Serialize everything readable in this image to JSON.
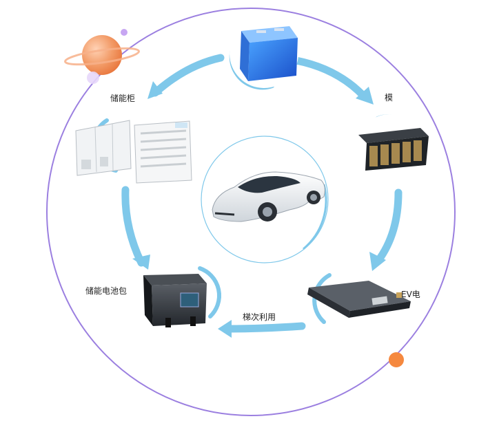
{
  "nodes": {
    "cell": {
      "label": ""
    },
    "module": {
      "label": "模 "
    },
    "ev_pack": {
      "label": "EV电"
    },
    "storage_pack": {
      "label": "储能电池包"
    },
    "storage_cabinet": {
      "label": "储能柜"
    },
    "center_car": {
      "label": ""
    }
  },
  "edges": {
    "reuse": {
      "label": "梯次利用"
    }
  },
  "colors": {
    "ring": "#9b7fe0",
    "arrow": "#7fc8ea",
    "arrow_dark": "#5bb2de",
    "planet": "#f2925e",
    "dot": "#f5883f",
    "bubble": "#c7a6f2"
  },
  "icons": [
    "prismatic-cell-icon",
    "battery-module-icon",
    "ev-battery-pack-icon",
    "storage-battery-pack-icon",
    "storage-cabinet-icon",
    "electric-car-icon",
    "planet-decoration-icon"
  ]
}
